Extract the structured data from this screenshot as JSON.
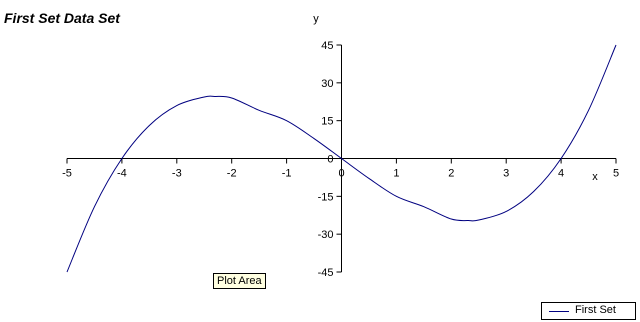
{
  "chart_data": {
    "type": "line",
    "title": "First Set Data Set",
    "xlabel": "x",
    "ylabel": "y",
    "xlim": [
      -5,
      5
    ],
    "ylim": [
      -45,
      45
    ],
    "x_ticks": [
      -5,
      -4,
      -3,
      -2,
      -1,
      0,
      1,
      2,
      3,
      4,
      5
    ],
    "y_ticks": [
      45,
      30,
      15,
      0,
      -15,
      -30,
      -45
    ],
    "grid": false,
    "legend": "bottom-right",
    "series": [
      {
        "name": "First Set",
        "color": "#000080",
        "x": [
          -5,
          -4.5,
          -4,
          -3.5,
          -3,
          -2.5,
          -2.31,
          -2,
          -1.5,
          -1,
          -0.5,
          0,
          0.5,
          1,
          1.5,
          2,
          2.31,
          2.5,
          3,
          3.5,
          4,
          4.5,
          5
        ],
        "y": [
          -45,
          -19.1,
          0,
          13.1,
          21,
          24.4,
          24.6,
          24,
          19.1,
          15,
          7.9,
          0,
          -7.9,
          -15,
          -19.1,
          -24,
          -24.6,
          -24.4,
          -21,
          -13.1,
          0,
          19.1,
          45
        ]
      }
    ]
  },
  "ui": {
    "tooltip": "Plot Area"
  }
}
